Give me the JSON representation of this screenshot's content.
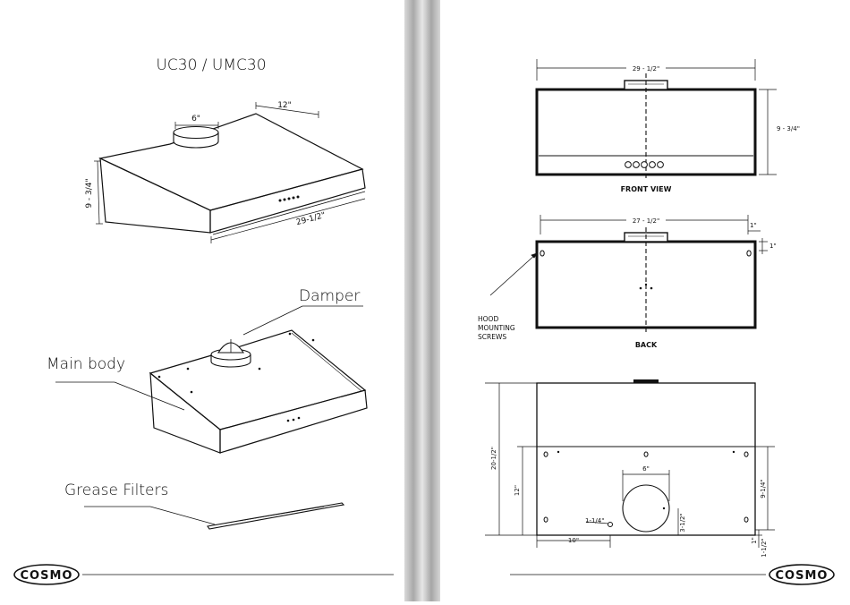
{
  "left_page": {
    "model_title": "UC30 / UMC30",
    "iso_dims": {
      "duct": "6\"",
      "depth": "12\"",
      "height": "9 - 3/4\"",
      "width": "29-1/2\""
    },
    "callouts": {
      "damper": "Damper",
      "main_body": "Main body",
      "grease_filters": "Grease Filters"
    }
  },
  "right_page": {
    "front": {
      "width": "29 - 1/2\"",
      "height": "9 - 3/4\"",
      "label": "FRONT VIEW"
    },
    "back": {
      "width": "27 - 1/2\"",
      "offset_top": "1\"",
      "offset_side": "1\"",
      "screws_note": [
        "HOOD",
        "MOUNTING",
        "SCREWS"
      ],
      "label": "BACK"
    },
    "bottom": {
      "total_height": "20-1/2\"",
      "inner_height": "12\"",
      "duct": "6\"",
      "upper_height": "9-1/4\"",
      "duct_offset": "3-1/2\"",
      "hole": "1-1/4\"",
      "side_offset": "10\"",
      "small_a": "1\"",
      "small_b": "1-1/2\""
    }
  },
  "brand": {
    "logo_text": "COSMO"
  },
  "colors": {
    "line": "#111111",
    "spine": "#b8b8b8",
    "background": "#ffffff"
  }
}
